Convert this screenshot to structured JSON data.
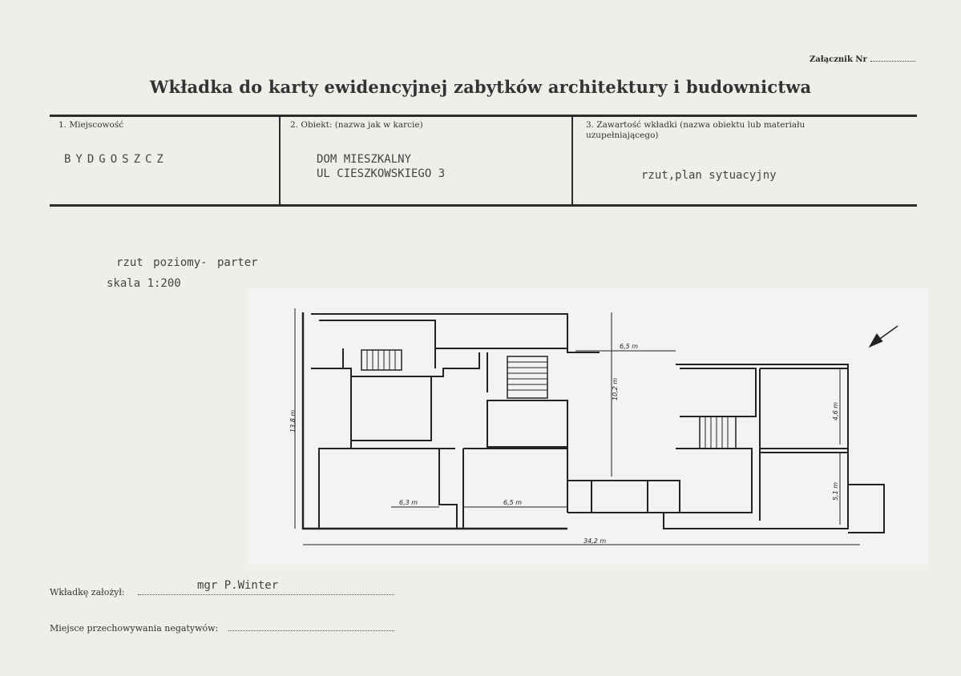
{
  "attachment": {
    "label": "Załącznik Nr"
  },
  "title": "Wkładka do karty ewidencyjnej zabytków architektury i budownictwa",
  "columns": [
    {
      "label": "1. Miejscowość",
      "value": "BYDGOSZCZ"
    },
    {
      "label": "2. Obiekt: (nazwa jak w karcie)",
      "value_lines": [
        "DOM MIESZKALNY",
        "UL CIESZKOWSKIEGO 3"
      ]
    },
    {
      "label": "3. Zawartość wkładki (nazwa obiektu lub materiału uzupełniającego)",
      "value": "rzut,plan sytuacyjny"
    }
  ],
  "plan": {
    "caption": "rzut poziomy- parter",
    "scale": "skala 1:200",
    "dimensions": {
      "total_width": "34,2 m",
      "depth_left": "13,8 m",
      "room_a": "6,3 m",
      "room_b": "6,5 m",
      "yard_width": "6,5 m",
      "yard_depth": "10,2 m",
      "right_upper": "4,6 m",
      "right_lower": "5,1 m"
    }
  },
  "footer": {
    "founded_label": "Wkładkę założył:",
    "founded_value": "mgr P.Winter",
    "storage_label": "Miejsce przechowywania negatywów:"
  }
}
